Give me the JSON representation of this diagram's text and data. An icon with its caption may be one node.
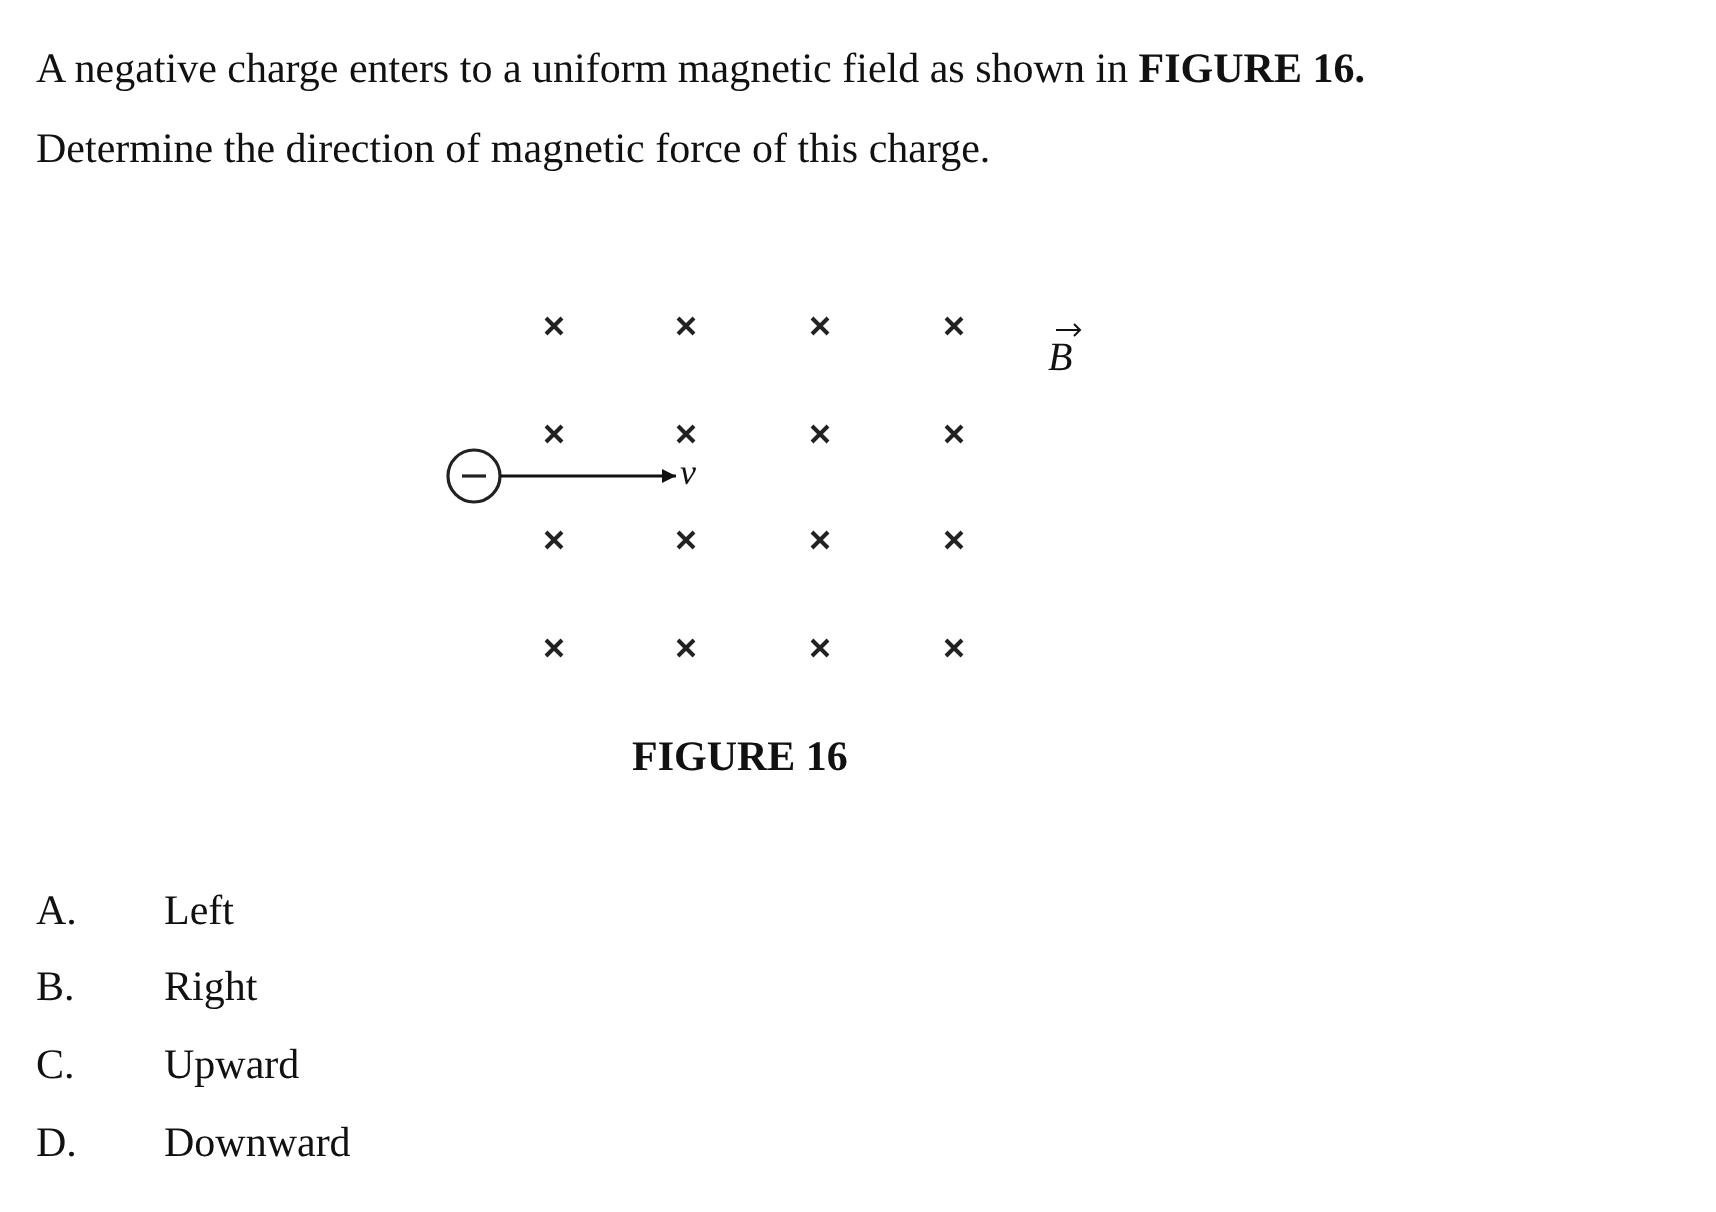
{
  "diagram": {
    "caption": "FIGURE 16",
    "nodes": [
      {
        "text": [],
        "shape": "circle"
      },
      {
        "text": [
          "v"
        ]
      }
    ],
    "edges": [
      {
        "from": 0,
        "to": 1,
        "arrow": "to"
      }
    ],
    "labels": [
      "A negative charge enters to a uniform magnetic field as shown in **FIGURE 16.**",
      "Determine the direction of magnetic force of this charge.",
      "B",
      "A.",
      "Left",
      "B.",
      "Right",
      "C.",
      "Upward",
      "D.",
      "Downward"
    ]
  }
}
